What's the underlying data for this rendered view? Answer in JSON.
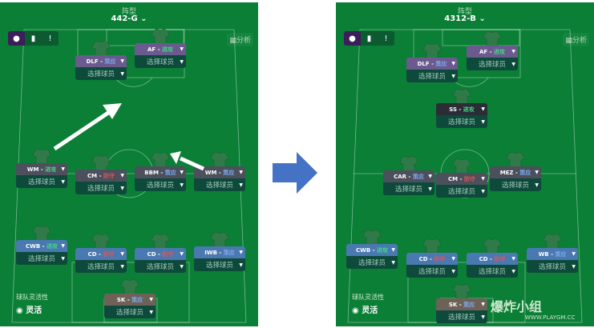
{
  "common": {
    "formation_label": "阵型",
    "analyze": "分析",
    "flex_label": "球队灵活性",
    "flex_value": "灵活",
    "select_player": "选择球员"
  },
  "colors": {
    "attack": "#3ddc84",
    "support": "#7aa7e8",
    "defend": "#e05555"
  },
  "left": {
    "formation": "442-G",
    "players": [
      {
        "role": "DLF",
        "duty": "策应",
        "dutyType": "support",
        "line": "att"
      },
      {
        "role": "AF",
        "duty": "进攻",
        "dutyType": "attack",
        "line": "att"
      },
      {
        "role": "WM",
        "duty": "进攻",
        "dutyType": "attack",
        "line": "mid"
      },
      {
        "role": "CM",
        "duty": "防守",
        "dutyType": "defend",
        "line": "mid"
      },
      {
        "role": "BBM",
        "duty": "策应",
        "dutyType": "support",
        "line": "mid"
      },
      {
        "role": "WM",
        "duty": "策应",
        "dutyType": "support",
        "line": "mid"
      },
      {
        "role": "CWB",
        "duty": "进攻",
        "dutyType": "attack",
        "line": "def"
      },
      {
        "role": "CD",
        "duty": "防守",
        "dutyType": "defend",
        "line": "def"
      },
      {
        "role": "CD",
        "duty": "防守",
        "dutyType": "defend",
        "line": "def"
      },
      {
        "role": "IWB",
        "duty": "策应",
        "dutyType": "support",
        "line": "def"
      },
      {
        "role": "SK",
        "duty": "策应",
        "dutyType": "support",
        "line": "gk"
      }
    ]
  },
  "right": {
    "formation": "4312-B",
    "players": [
      {
        "role": "DLF",
        "duty": "策应",
        "dutyType": "support",
        "line": "att"
      },
      {
        "role": "AF",
        "duty": "进攻",
        "dutyType": "attack",
        "line": "att"
      },
      {
        "role": "SS",
        "duty": "进攻",
        "dutyType": "attack",
        "line": "am"
      },
      {
        "role": "CAR",
        "duty": "策应",
        "dutyType": "support",
        "line": "mid"
      },
      {
        "role": "CM",
        "duty": "防守",
        "dutyType": "defend",
        "line": "mid"
      },
      {
        "role": "MEZ",
        "duty": "策应",
        "dutyType": "support",
        "line": "mid"
      },
      {
        "role": "CWB",
        "duty": "进攻",
        "dutyType": "attack",
        "line": "def"
      },
      {
        "role": "CD",
        "duty": "防守",
        "dutyType": "defend",
        "line": "def"
      },
      {
        "role": "CD",
        "duty": "防守",
        "dutyType": "defend",
        "line": "def"
      },
      {
        "role": "WB",
        "duty": "策应",
        "dutyType": "support",
        "line": "def"
      },
      {
        "role": "SK",
        "duty": "策应",
        "dutyType": "support",
        "line": "gk"
      }
    ]
  },
  "watermark": {
    "text": "爆炸小组",
    "url": "WWW.PLAYGM.CC"
  }
}
